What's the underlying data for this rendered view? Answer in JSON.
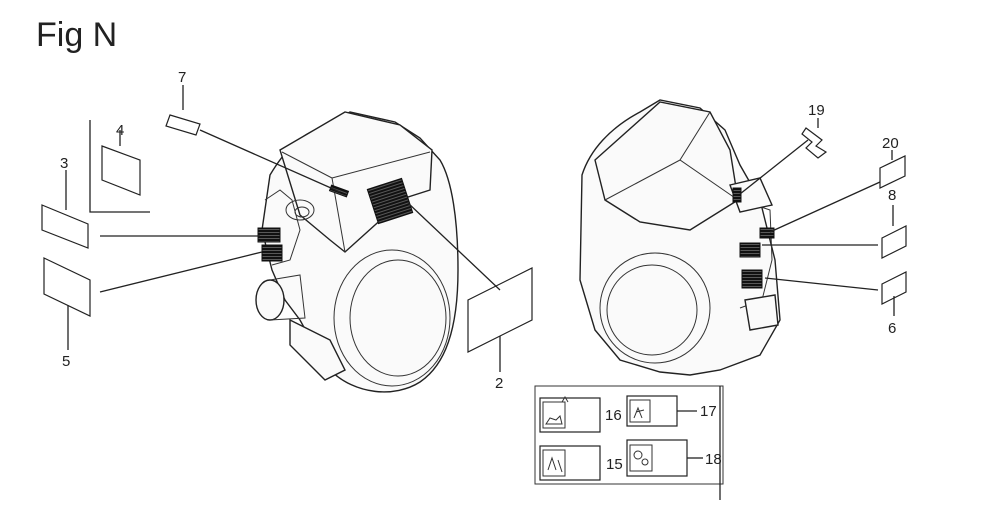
{
  "figure": {
    "title": "Fig N",
    "labels": {
      "p2": "2",
      "p3": "3",
      "p4": "4",
      "p5": "5",
      "p6": "6",
      "p7": "7",
      "p8": "8",
      "p15": "15",
      "p16": "16",
      "p17": "17",
      "p18": "18",
      "p19": "19",
      "p20": "20"
    }
  }
}
